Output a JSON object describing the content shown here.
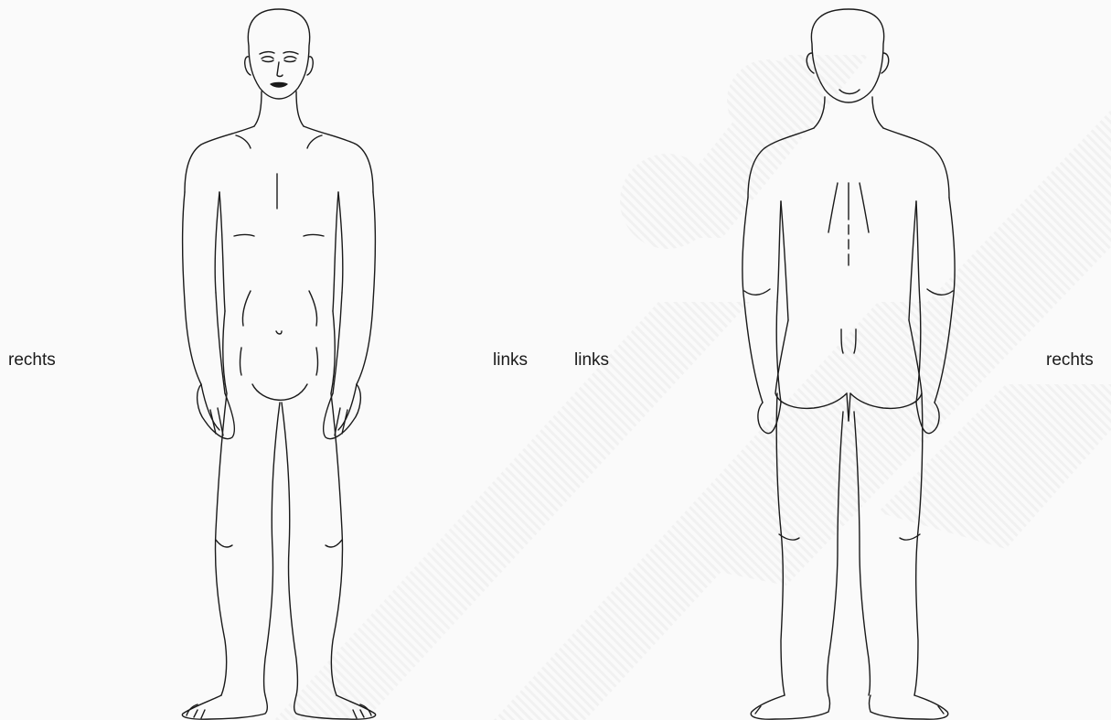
{
  "labels": {
    "front_right": "rechts",
    "front_left": "links",
    "back_left": "links",
    "back_right": "rechts"
  },
  "colors": {
    "background": "#fafafa",
    "outline": "#1a1a1a",
    "watermark": "#c8c8c8"
  }
}
